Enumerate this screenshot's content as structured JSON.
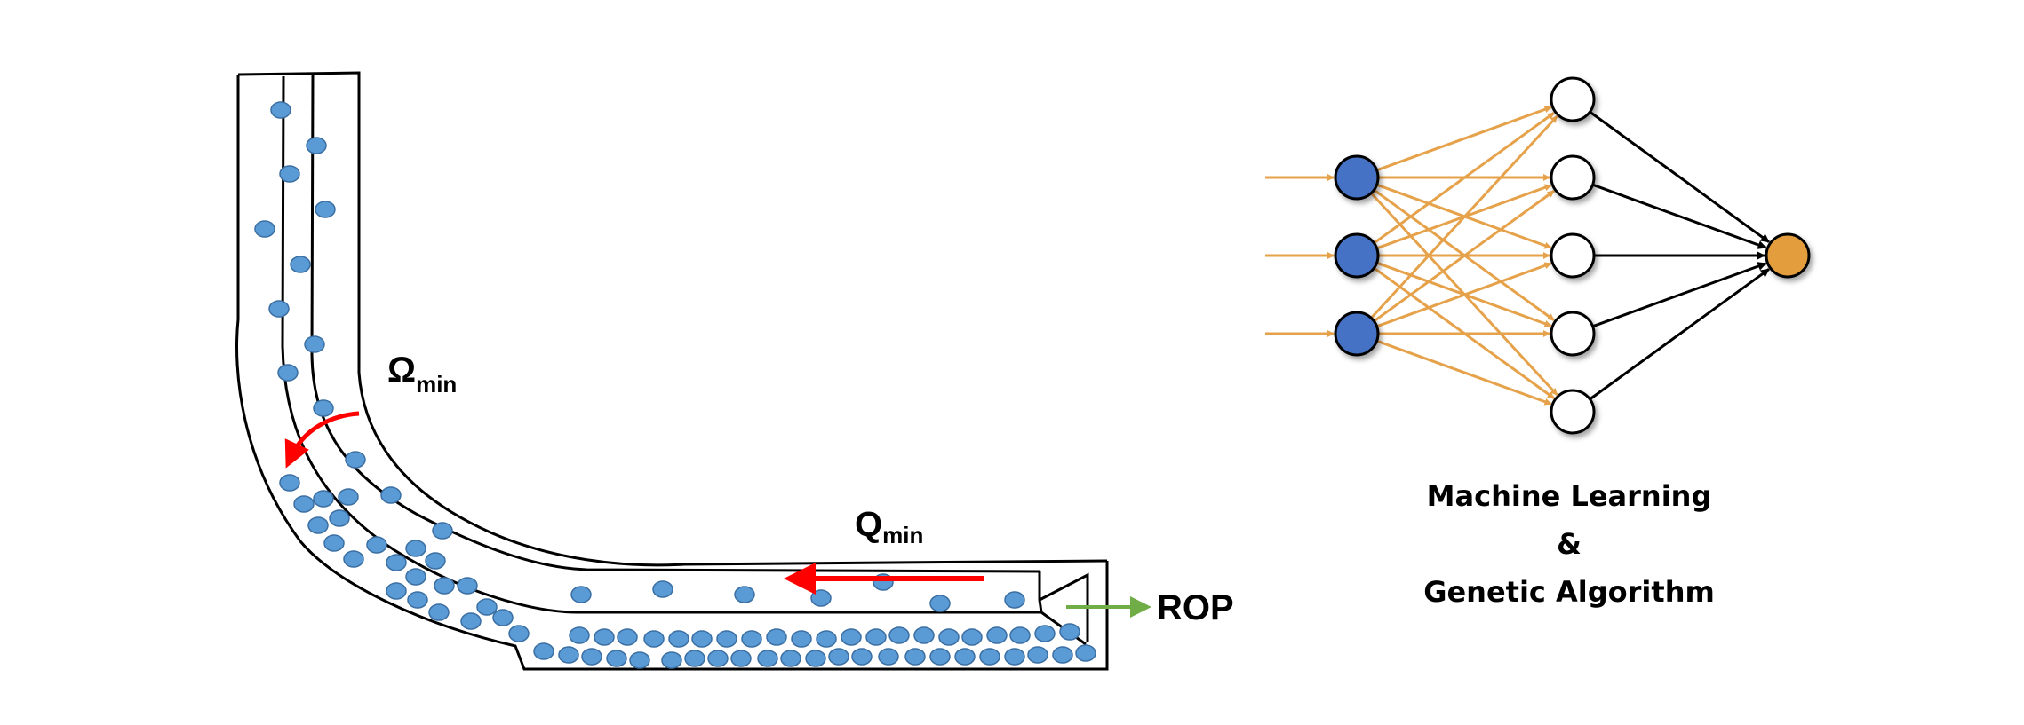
{
  "well": {
    "omega_label": {
      "symbol": "Ω",
      "subscript": "min"
    },
    "q_label": {
      "symbol": "Q",
      "subscript": "min"
    },
    "rop_label": "ROP"
  },
  "network": {
    "caption_line1": "Machine Learning",
    "caption_line2": "&",
    "caption_line3": "Genetic Algorithm",
    "layers": {
      "input": 3,
      "hidden": 5,
      "output": 1
    }
  },
  "colors": {
    "cuttings": "#5b9bd5",
    "cuttings_stroke": "#3b6fa3",
    "flow_arrow": "#ff0000",
    "rop_arrow": "#70ad47",
    "input_node": "#4472c4",
    "output_node": "#e39d3c",
    "nn_edge": "#e6a24a",
    "outline": "#000000"
  }
}
